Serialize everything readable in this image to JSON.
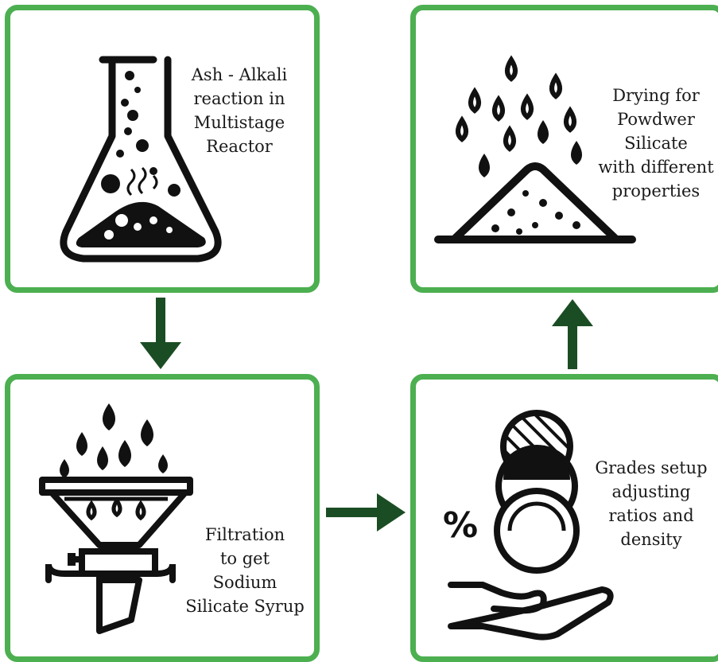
{
  "steps": {
    "reaction": {
      "label": "Ash - Alkali\nreaction in\nMultistage\nReactor",
      "icon": "flask-icon"
    },
    "drying": {
      "label": "Drying for\nPowdwer\nSilicate\nwith different\nproperties",
      "icon": "powder-pile-icon"
    },
    "filtration": {
      "label": "Filtration\nto get\nSodium\nSilicate Syrup",
      "icon": "funnel-filter-icon"
    },
    "grading": {
      "label": "Grades setup\nadjusting\nratios and\ndensity",
      "icon": "hand-percent-icon",
      "symbol": "%"
    }
  },
  "colors": {
    "panel_border": "#4caf50",
    "arrow": "#1b4d24",
    "icon": "#111111"
  }
}
